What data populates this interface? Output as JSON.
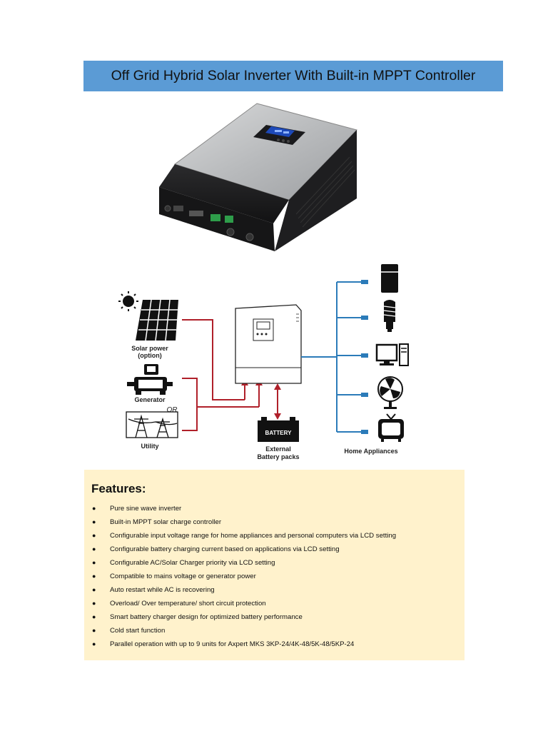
{
  "header": {
    "title": "Off Grid Hybrid Solar Inverter With Built-in MPPT Controller"
  },
  "diagram": {
    "solar_label_1": "Solar power",
    "solar_label_2": "(option)",
    "generator_label": "Generator",
    "or_label": "OR",
    "utility_label": "Utility",
    "battery_text": "BATTERY",
    "battery_label_1": "External",
    "battery_label_2": "Battery packs",
    "appliances_label": "Home Appliances",
    "colors": {
      "source_wire": "#b0202a",
      "load_wire": "#2b7bb9"
    }
  },
  "features": {
    "heading": "Features:",
    "items": [
      "Pure sine wave inverter",
      "Built-in MPPT solar charge controller",
      "Configurable input voltage range for home appliances and personal computers via LCD setting",
      "Configurable battery charging current based on applications via LCD setting",
      "Configurable AC/Solar Charger priority via LCD setting",
      "Compatible to mains voltage or generator power",
      "Auto restart while AC is recovering",
      "Overload/ Over temperature/ short circuit protection",
      "Smart battery charger design for optimized battery performance",
      "Cold start function",
      "Parallel operation with up to 9 units for Axpert MKS 3KP-24/4K-48/5K-48/5KP-24"
    ]
  }
}
